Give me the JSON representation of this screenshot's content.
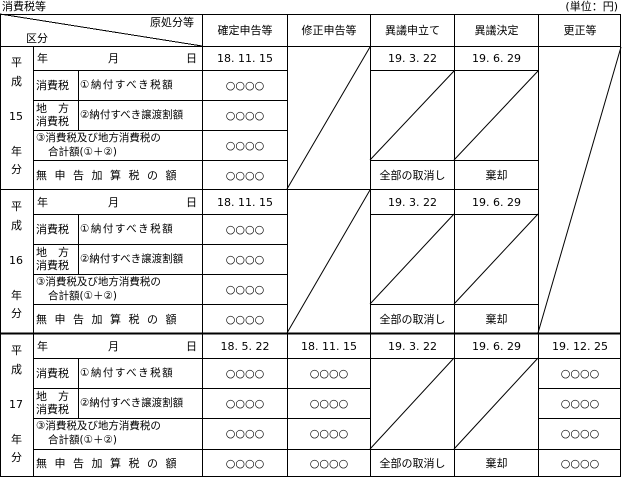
{
  "doc": {
    "title": "消費税等",
    "unit": "(単位：円)"
  },
  "header": {
    "original": "原処分等",
    "kubun": "区分",
    "cols": [
      "確定申告等",
      "修正申告等",
      "異議申立て",
      "異議決定",
      "更正等"
    ]
  },
  "row_labels": {
    "date": [
      "年",
      "月",
      "日"
    ],
    "consumption_tax": "消費税",
    "tax_due": "①納付すべき税額",
    "local_tax_1": "地　方",
    "local_tax_2": "消費税",
    "transfer_due": "②納付すべき譲渡割額",
    "total_1": "③消費税及び地方消費税の",
    "total_2": "合計額(①＋②)",
    "penalty": "無申告加算税の額"
  },
  "years": [
    {
      "era": "平",
      "era2": "成",
      "num": "15",
      "nen": "年",
      "bun": "分",
      "date": {
        "kakutei": "18. 11. 15",
        "igi": "19. 3. 22",
        "kettei": "19. 6. 29"
      },
      "amounts": {
        "kakutei": "○○○○"
      },
      "igi_result": "全部の取消し",
      "kettei_result": "棄却"
    },
    {
      "era": "平",
      "era2": "成",
      "num": "16",
      "nen": "年",
      "bun": "分",
      "date": {
        "kakutei": "18. 11. 15",
        "igi": "19. 3. 22",
        "kettei": "19. 6. 29"
      },
      "amounts": {
        "kakutei": "○○○○"
      },
      "igi_result": "全部の取消し",
      "kettei_result": "棄却"
    },
    {
      "era": "平",
      "era2": "成",
      "num": "17",
      "nen": "年",
      "bun": "分",
      "date": {
        "kakutei": "18. 5. 22",
        "shusei": "18. 11. 15",
        "igi": "19. 3. 22",
        "kettei": "19. 6. 29",
        "kosei": "19. 12. 25"
      },
      "amounts": {
        "kakutei": "○○○○",
        "shusei": "○○○○",
        "kosei": "○○○○"
      },
      "igi_result": "全部の取消し",
      "kettei_result": "棄却"
    }
  ]
}
